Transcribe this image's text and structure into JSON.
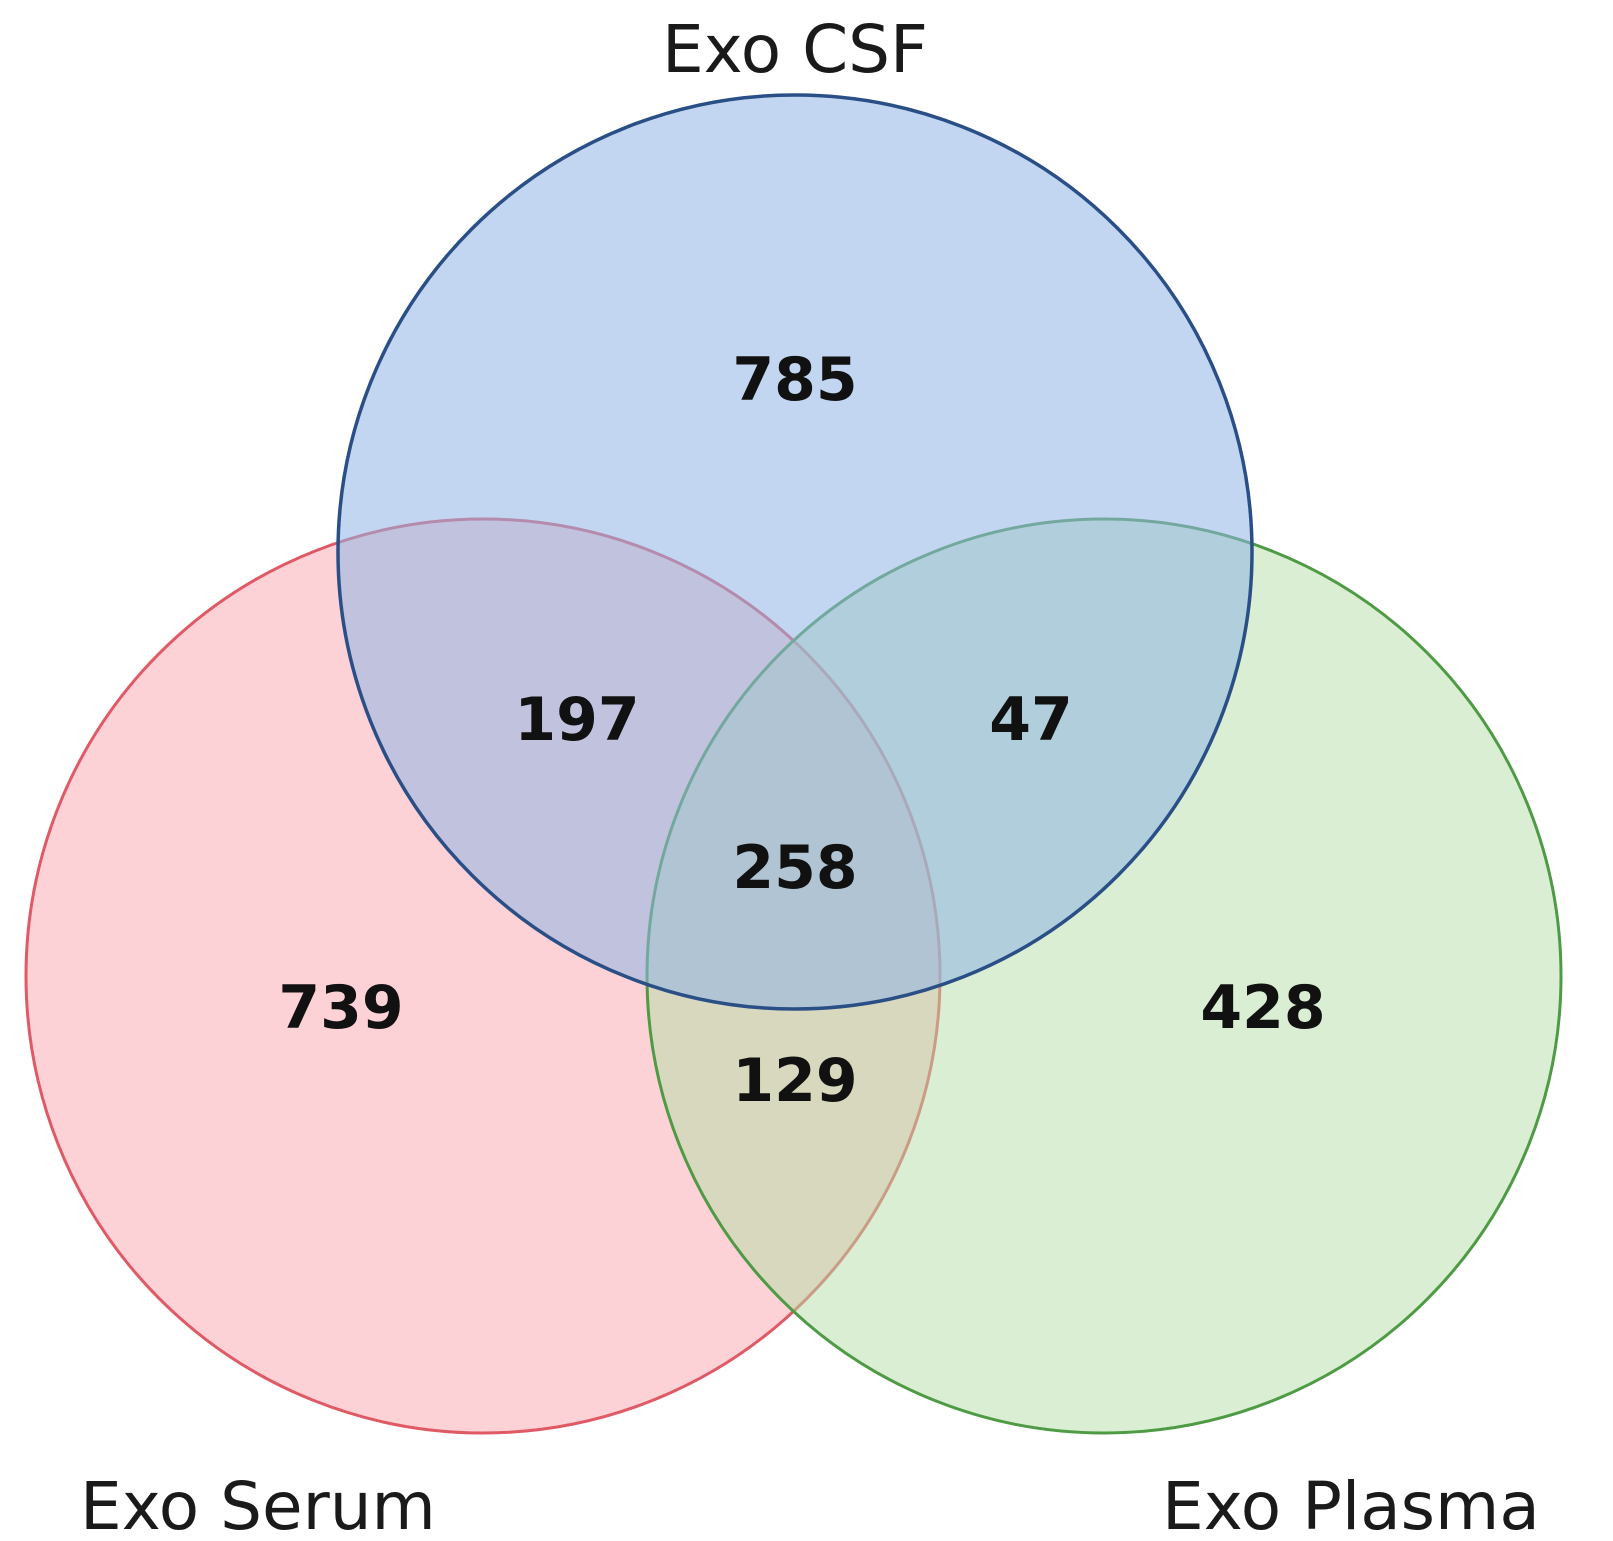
{
  "sets": [
    {
      "id": "csf",
      "label": "Exo CSF",
      "fill": "#8fb4e6",
      "stroke": "#2a4f86"
    },
    {
      "id": "serum",
      "label": "Exo Serum",
      "fill": "#fba6ae",
      "stroke": "#e05a66"
    },
    {
      "id": "plasma",
      "label": "Exo Plasma",
      "fill": "#b3dea6",
      "stroke": "#4f9a45"
    }
  ],
  "regions": {
    "csf_only": "785",
    "serum_only": "739",
    "plasma_only": "428",
    "csf_serum": "197",
    "csf_plasma": "47",
    "serum_plasma": "129",
    "all_three": "258"
  }
}
